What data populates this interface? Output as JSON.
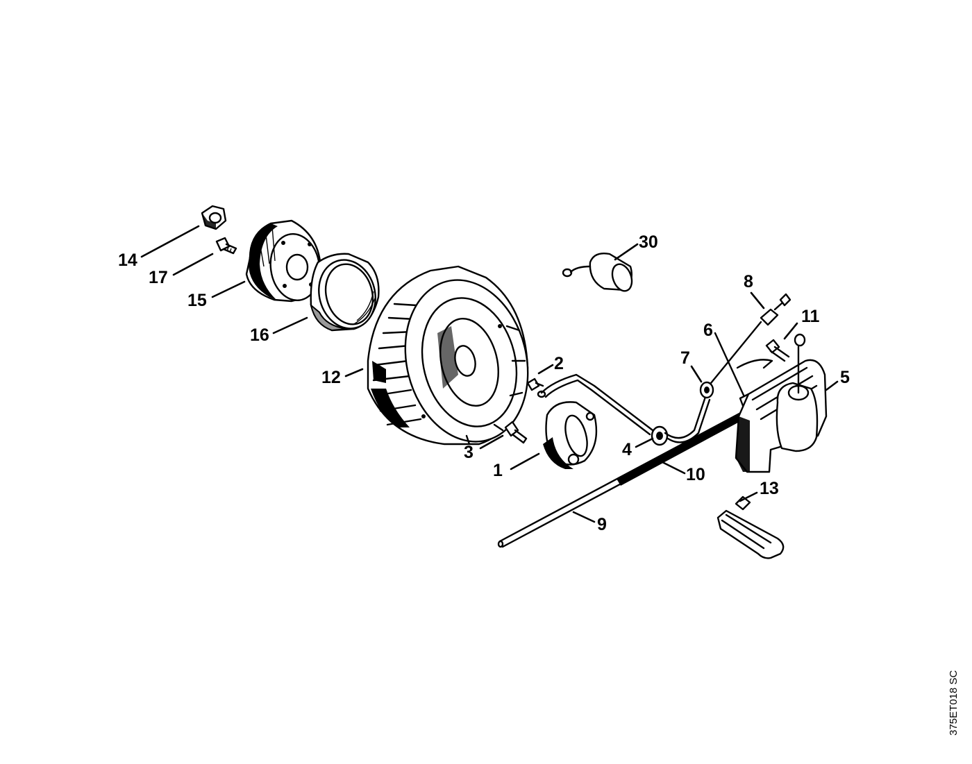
{
  "diagram": {
    "drawing_code": "375ET018 SC",
    "callouts": [
      {
        "id": "p1",
        "label": "1"
      },
      {
        "id": "p2",
        "label": "2"
      },
      {
        "id": "p3",
        "label": "3"
      },
      {
        "id": "p4",
        "label": "4"
      },
      {
        "id": "p5",
        "label": "5"
      },
      {
        "id": "p6",
        "label": "6"
      },
      {
        "id": "p7",
        "label": "7"
      },
      {
        "id": "p8",
        "label": "8"
      },
      {
        "id": "p9",
        "label": "9"
      },
      {
        "id": "p10",
        "label": "10"
      },
      {
        "id": "p11",
        "label": "11"
      },
      {
        "id": "p12",
        "label": "12"
      },
      {
        "id": "p13",
        "label": "13"
      },
      {
        "id": "p14",
        "label": "14"
      },
      {
        "id": "p15",
        "label": "15"
      },
      {
        "id": "p16",
        "label": "16"
      },
      {
        "id": "p17",
        "label": "17"
      },
      {
        "id": "p30",
        "label": "30"
      }
    ]
  }
}
